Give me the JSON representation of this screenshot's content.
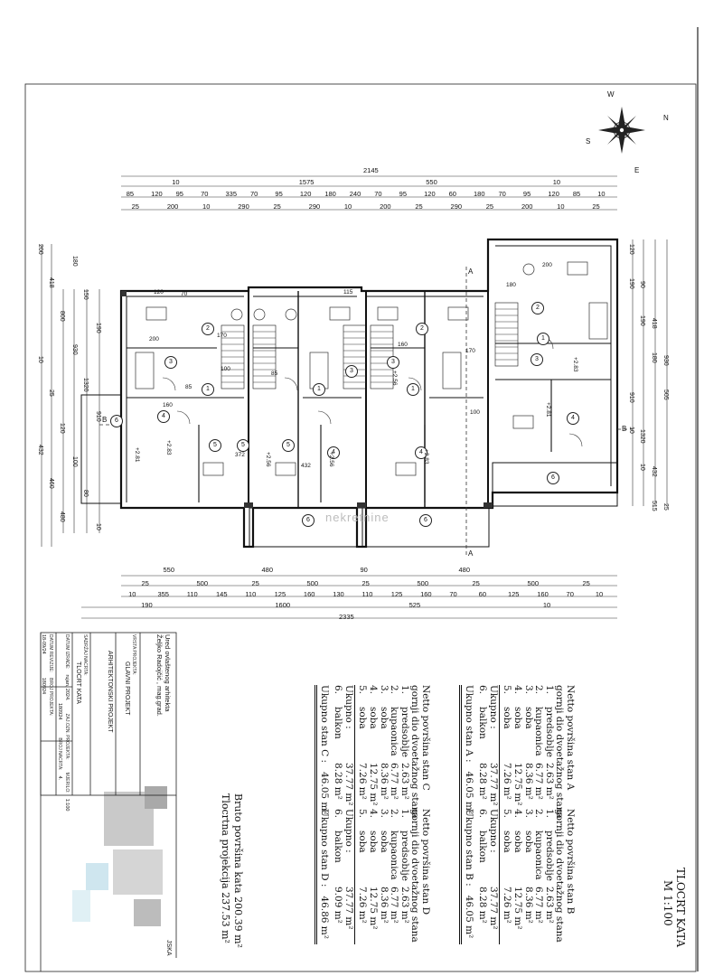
{
  "drawing": {
    "dims_top": {
      "row1_total": "2145",
      "row2": [
        "10",
        "1575",
        "550",
        "10"
      ],
      "row3": [
        "85",
        "120",
        "95",
        "70",
        "335",
        "70",
        "95",
        "120",
        "180",
        "240",
        "70",
        "95",
        "120",
        "60",
        "180",
        "70",
        "95",
        "120",
        "85",
        "10"
      ],
      "row4": [
        "25",
        "200",
        "10",
        "290",
        "25",
        "290",
        "10",
        "200",
        "25",
        "290",
        "25",
        "200",
        "10",
        "25"
      ]
    },
    "dims_bottom": {
      "row1": [
        "550",
        "480",
        "90",
        "480"
      ],
      "row2": [
        "25",
        "500",
        "25",
        "500",
        "25",
        "500",
        "25",
        "500",
        "25"
      ],
      "row3": [
        "10",
        "355",
        "110",
        "145",
        "110",
        "125",
        "160",
        "130",
        "110",
        "125",
        "160",
        "70",
        "60",
        "125",
        "160",
        "70",
        "10"
      ],
      "row4": [
        "190",
        "1600",
        "525",
        "10"
      ],
      "row5_total": "2335"
    },
    "dims_left": [
      "200",
      "418",
      "800",
      "930",
      "1320",
      "910",
      "432",
      "460",
      "480",
      "180",
      "150",
      "190",
      "10",
      "25",
      "120",
      "100",
      "80",
      "10"
    ],
    "dims_right": [
      "120",
      "90",
      "418",
      "930",
      "910",
      "1320",
      "432",
      "25",
      "190",
      "190",
      "180",
      "505",
      "10",
      "10",
      "515"
    ],
    "room_labels": [
      "1",
      "2",
      "3",
      "4",
      "5",
      "6"
    ],
    "section_marks": [
      "A",
      "B",
      "B",
      "A"
    ],
    "area_stamps": [
      "2.83",
      "2.56",
      "2.81",
      "2.83",
      "2.56",
      "2.83",
      "2.56",
      "2.81"
    ],
    "room_dims": [
      "200",
      "170",
      "100",
      "85",
      "160",
      "372",
      "432",
      "120",
      "70",
      "115",
      "180"
    ],
    "compass": [
      "N",
      "E",
      "S",
      "W"
    ],
    "watermark": "nekretnine"
  },
  "tables": {
    "a": {
      "title1": "Netto površina  stan A",
      "title2": "gornji dio dvoetažnog stana",
      "rows": [
        {
          "n": "1.",
          "name": "predsoblje",
          "val": "2.63 m²"
        },
        {
          "n": "2.",
          "name": "kupaonica",
          "val": "6.77 m²"
        },
        {
          "n": "3.",
          "name": "soba",
          "val": "8.36 m²"
        },
        {
          "n": "4.",
          "name": "soba",
          "val": "12.75 m²"
        },
        {
          "n": "5.",
          "name": "soba",
          "val": "7.26 m²"
        }
      ],
      "ukupno_label": "Ukupno :",
      "ukupno_val": "37.77 m²",
      "balkon_n": "6.",
      "balkon_name": "balkon",
      "balkon_val": "8.28 m²",
      "total_label": "Ukupno stan A :",
      "total_val": "46.05 m²"
    },
    "b": {
      "title1": "Netto površina  stan B",
      "title2": "gornji dio dvoetažnog stana",
      "rows": [
        {
          "n": "1.",
          "name": "predsoblje",
          "val": "2.63 m²"
        },
        {
          "n": "2.",
          "name": "kupaonica",
          "val": "6.77 m²"
        },
        {
          "n": "3.",
          "name": "soba",
          "val": "8.36 m²"
        },
        {
          "n": "4.",
          "name": "soba",
          "val": "12.75 m²"
        },
        {
          "n": "5.",
          "name": "soba",
          "val": "7.26 m²"
        }
      ],
      "ukupno_label": "Ukupno :",
      "ukupno_val": "37.77 m²",
      "balkon_n": "6.",
      "balkon_name": "balkon",
      "balkon_val": "8.28 m²",
      "total_label": "Ukupno stan B :",
      "total_val": "46.05 m²"
    },
    "c": {
      "title1": "Netto površina  stan C",
      "title2": "gornji dio dvoetažnog stana",
      "rows": [
        {
          "n": "1.",
          "name": "predsoblje",
          "val": "2.63 m²"
        },
        {
          "n": "2.",
          "name": "kupaonica",
          "val": "6.77 m²"
        },
        {
          "n": "3.",
          "name": "soba",
          "val": "8.36 m²"
        },
        {
          "n": "4.",
          "name": "soba",
          "val": "12.75 m²"
        },
        {
          "n": "5.",
          "name": "soba",
          "val": "7.26 m²"
        }
      ],
      "ukupno_label": "Ukupno :",
      "ukupno_val": "37.77 m²",
      "balkon_n": "6.",
      "balkon_name": "balkon",
      "balkon_val": "8.28 m²",
      "total_label": "Ukupno stan C :",
      "total_val": "46.05 m²"
    },
    "d": {
      "title1": "Netto površina  stan D",
      "title2": "gornji dio dvoetažnog stana",
      "rows": [
        {
          "n": "1.",
          "name": "predsoblje",
          "val": "2.63 m²"
        },
        {
          "n": "2.",
          "name": "kupaonica",
          "val": "6.77 m²"
        },
        {
          "n": "3.",
          "name": "soba",
          "val": "8.36 m²"
        },
        {
          "n": "4.",
          "name": "soba",
          "val": "12.75 m²"
        },
        {
          "n": "5.",
          "name": "soba",
          "val": "7.26 m²"
        }
      ],
      "ukupno_label": "Ukupno :",
      "ukupno_val": "37.77 m²",
      "balkon_n": "6.",
      "balkon_name": "balkon",
      "balkon_val": "9.09 m²",
      "total_label": "Ukupno stan D :",
      "total_val": "46.86 m²"
    }
  },
  "summary": {
    "bruto": "Bruto površina  kata  200.39 m²",
    "tlocrtna": "Tlocrtna projekcija  237.53 m²"
  },
  "sheet_title": {
    "line1": "TLOCRT  KATA",
    "line2": "M 1:100"
  },
  "title_block": {
    "office1": "Ured ovlaštenog arhitekta",
    "office2": "Željko Radojčić , mag.grad.",
    "vrsta_label": "VRSTA PROJEKTA:",
    "vrsta": "GLAVNI  PROJEKT",
    "arh": "ARHITEKTONSKI PROJEKT",
    "sadrzaj_label": "SADRŽAJ NACRTA:",
    "sadrzaj": "TLOCRT  KATA",
    "datum_label": "DATUM IZRADE:",
    "datum": "rujan, 2024.",
    "oznaka_label": "ZAJ.OZN. PROJEKTA:",
    "oznaka": "180924",
    "mjerilo_label": "MJERILO:",
    "mjerilo": "1:100",
    "broj_label": "BROJ NACRTA:",
    "broj": "4.",
    "rev_label": "DATUM REVIZIJE:",
    "rev": "18-09/24",
    "br_label": "BROJ PROJEKTA:",
    "br": "180924",
    "stamp_tail": "JSKA"
  }
}
